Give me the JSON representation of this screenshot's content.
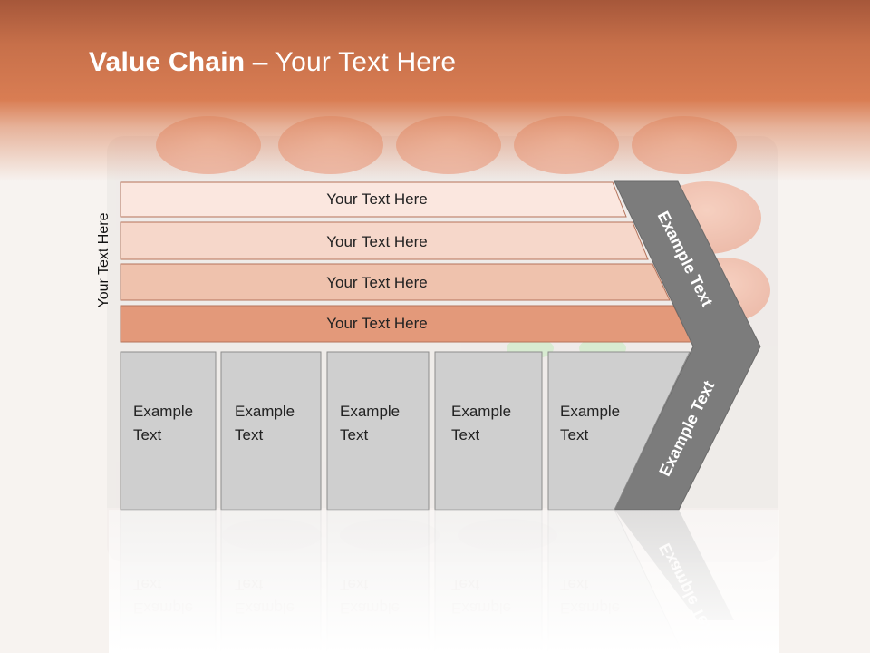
{
  "title": {
    "bold": "Value Chain",
    "rest": " – Your Text Here"
  },
  "side_label": "Your Text Here",
  "bands": [
    {
      "label": "Your Text Here",
      "fill": "#fbe7df"
    },
    {
      "label": "Your Text Here",
      "fill": "#f6d7ca"
    },
    {
      "label": "Your Text Here",
      "fill": "#efc2ad"
    },
    {
      "label": "Your Text Here",
      "fill": "#e3997a"
    }
  ],
  "chevron": {
    "top_label": "Example Text",
    "bottom_label": "Example Text",
    "fill": "#7c7c7c"
  },
  "columns": [
    {
      "line1": "Example",
      "line2": "Text"
    },
    {
      "line1": "Example",
      "line2": "Text"
    },
    {
      "line1": "Example",
      "line2": "Text"
    },
    {
      "line1": "Example",
      "line2": "Text"
    },
    {
      "line1": "Example",
      "line2": "Text"
    }
  ],
  "colors": {
    "header": "#d97d53",
    "column_fill": "#cfcfcf",
    "column_stroke": "#8c8c8c",
    "band_stroke": "#b5735a"
  }
}
